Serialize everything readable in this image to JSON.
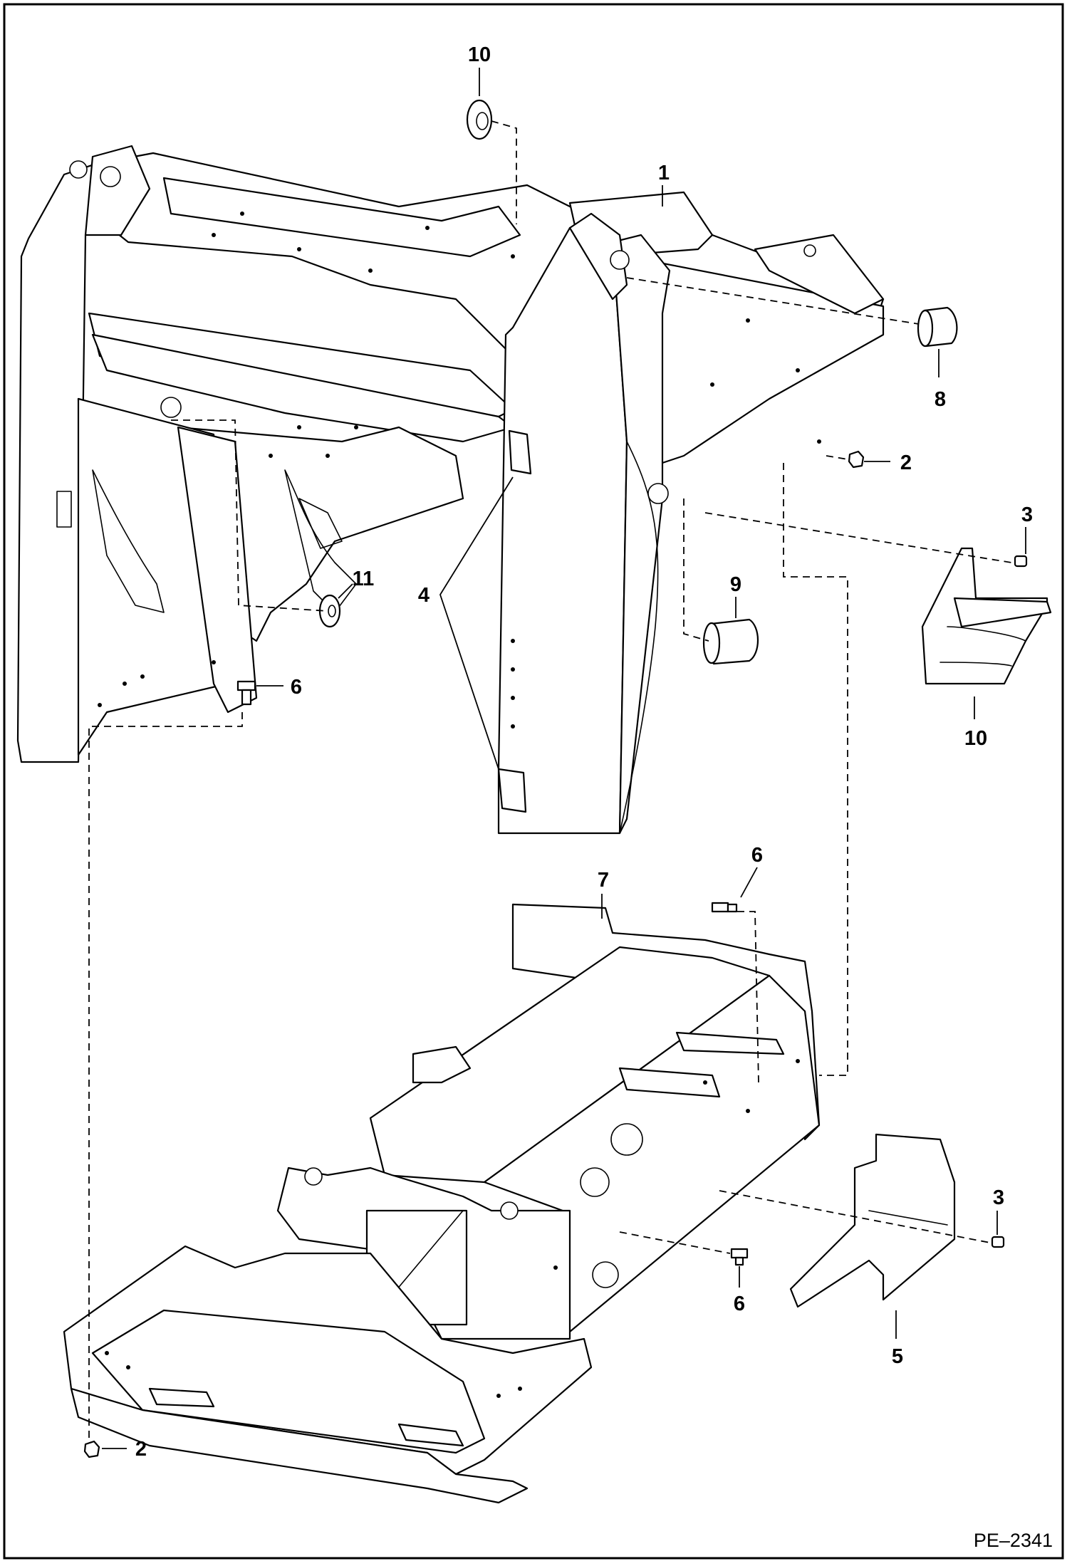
{
  "drawing": {
    "figure_code": "PE–2341",
    "callouts": {
      "c10_top": "10",
      "c1": "1",
      "c8": "8",
      "c2_mid": "2",
      "c3_top": "3",
      "c9": "9",
      "c11": "11",
      "c4": "4",
      "c6_left": "6",
      "c10_shield": "10",
      "c6_mid": "6",
      "c7": "7",
      "c3_bottom": "3",
      "c6_bottom": "6",
      "c5": "5",
      "c2_bottom": "2"
    }
  }
}
